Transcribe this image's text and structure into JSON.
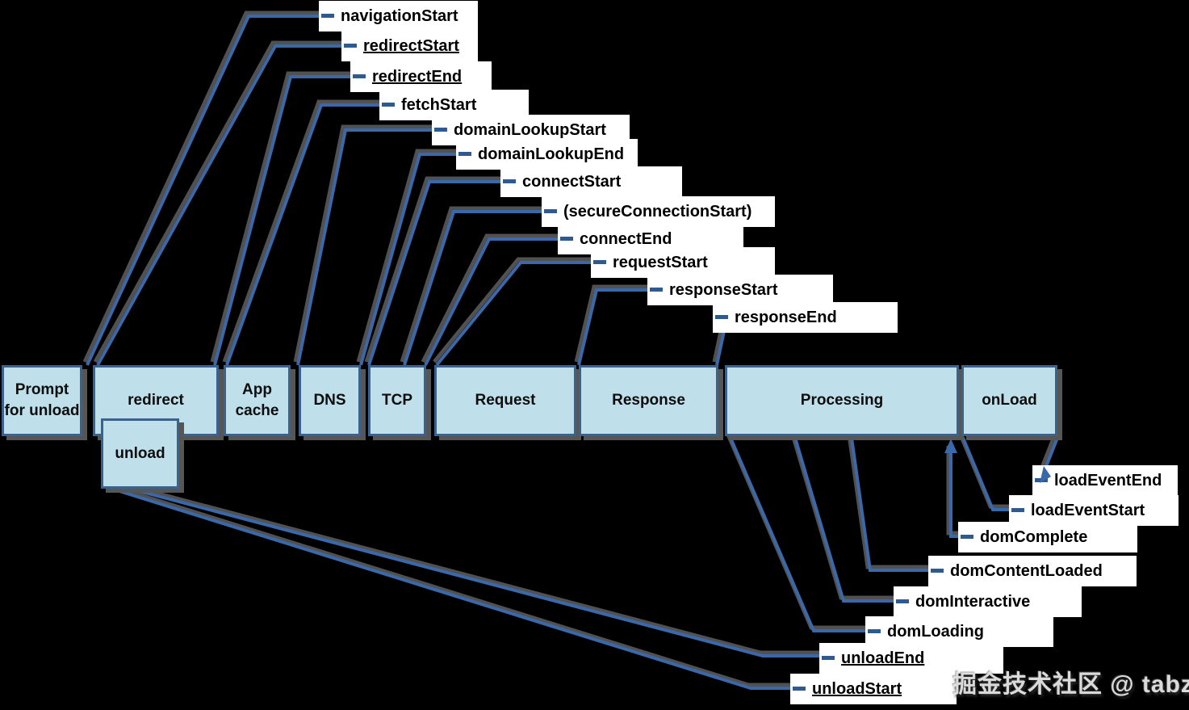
{
  "timeline": {
    "segments": [
      {
        "label": "Prompt for unload"
      },
      {
        "label": "redirect"
      },
      {
        "label": "App cache"
      },
      {
        "label": "DNS"
      },
      {
        "label": "TCP"
      },
      {
        "label": "Request"
      },
      {
        "label": "Response"
      },
      {
        "label": "Processing"
      },
      {
        "label": "onLoad"
      }
    ],
    "overlay_segment": {
      "label": "unload"
    }
  },
  "events": {
    "top": [
      {
        "label": "navigationStart",
        "underlined": false
      },
      {
        "label": "redirectStart",
        "underlined": true
      },
      {
        "label": "redirectEnd",
        "underlined": true
      },
      {
        "label": "fetchStart",
        "underlined": false
      },
      {
        "label": "domainLookupStart",
        "underlined": false
      },
      {
        "label": "domainLookupEnd",
        "underlined": false
      },
      {
        "label": "connectStart",
        "underlined": false
      },
      {
        "label": "(secureConnectionStart)",
        "underlined": false
      },
      {
        "label": "connectEnd",
        "underlined": false
      },
      {
        "label": "requestStart",
        "underlined": false
      },
      {
        "label": "responseStart",
        "underlined": false
      },
      {
        "label": "responseEnd",
        "underlined": false
      }
    ],
    "bottom": [
      {
        "label": "loadEventEnd",
        "underlined": false
      },
      {
        "label": "loadEventStart",
        "underlined": false
      },
      {
        "label": "domComplete",
        "underlined": false
      },
      {
        "label": "domContentLoaded",
        "underlined": false
      },
      {
        "label": "domInteractive",
        "underlined": false
      },
      {
        "label": "domLoading",
        "underlined": false
      },
      {
        "label": "unloadEnd",
        "underlined": true
      },
      {
        "label": "unloadStart",
        "underlined": true
      }
    ]
  },
  "watermark": {
    "text": "掘金技术社区 @ tabzzz"
  },
  "colors": {
    "background": "#000000",
    "box_fill": "#bfe0eb",
    "box_border": "#3b618f",
    "box_shadow": "#565656",
    "connector_blue": "#3a68a8",
    "connector_shadow": "#5f5f5f",
    "label_background": "#ffffff",
    "label_text": "#000000"
  }
}
